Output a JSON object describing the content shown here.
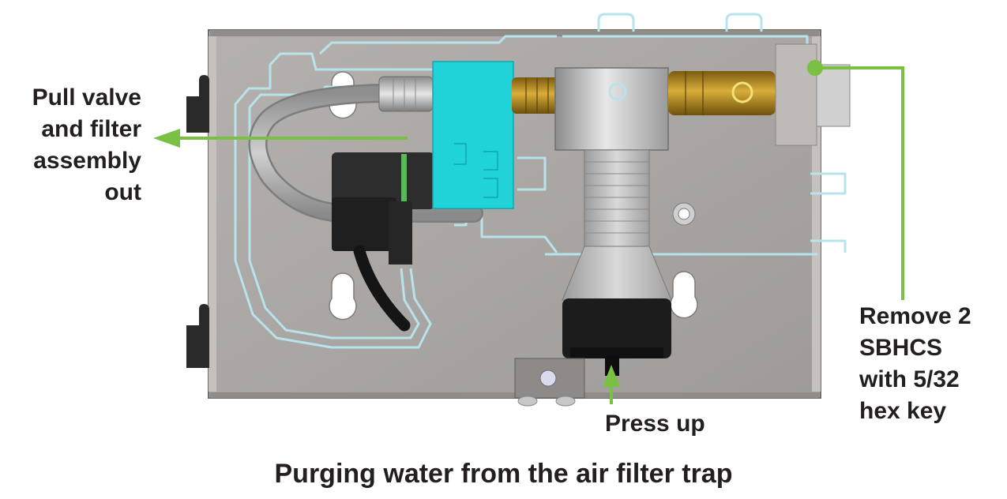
{
  "callouts": {
    "pull_valve": [
      "Pull valve",
      "and filter",
      "assembly",
      "out"
    ],
    "remove_screws": [
      "Remove 2",
      "SBHCS",
      "with 5/32",
      "hex key"
    ],
    "press_up": "Press up"
  },
  "caption": "Purging water from the air filter trap",
  "colors": {
    "arrow": "#7ac143",
    "panel": "#a9a6a4",
    "outline": "#b9e3ea",
    "valve": "#1fd3d8",
    "brass": "#b58a1e",
    "text": "#231f20"
  }
}
